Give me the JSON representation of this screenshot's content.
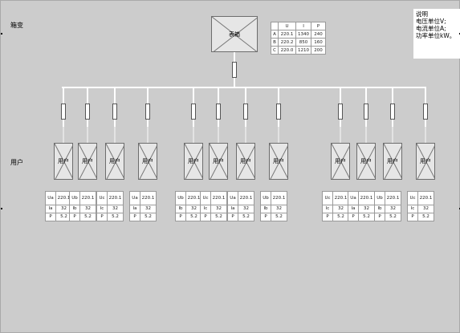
{
  "labels": {
    "box": "箱变",
    "users": "用户"
  },
  "meter_box": {
    "label": "表箱"
  },
  "legend": {
    "title": "说明",
    "lines": [
      "电压单位V;",
      "电流单位A;",
      "功率单位kW。"
    ]
  },
  "main_table": {
    "header": [
      "",
      "U",
      "I",
      "P"
    ],
    "rows": [
      [
        "A",
        "220.1",
        "1340",
        "240"
      ],
      [
        "B",
        "220.2",
        "850",
        "160"
      ],
      [
        "C",
        "220.0",
        "1210",
        "200"
      ]
    ]
  },
  "users": [
    {
      "label": "用户",
      "u_label": "Ua",
      "u": "220.1",
      "i_label": "Ia",
      "i": "32",
      "p_label": "P",
      "p": "5.2"
    },
    {
      "label": "用户",
      "u_label": "Ub",
      "u": "220.1",
      "i_label": "Ib",
      "i": "32",
      "p_label": "P",
      "p": "5.2"
    },
    {
      "label": "用户",
      "u_label": "Uc",
      "u": "220.1",
      "i_label": "Ic",
      "i": "32",
      "p_label": "P",
      "p": "5.2"
    },
    {
      "label": "用户",
      "u_label": "Ua",
      "u": "220.1",
      "i_label": "Ia",
      "i": "32",
      "p_label": "P",
      "p": "5.2"
    },
    {
      "label": "用户",
      "u_label": "Ub",
      "u": "220.1",
      "i_label": "Ib",
      "i": "32",
      "p_label": "P",
      "p": "5.2"
    },
    {
      "label": "用户",
      "u_label": "Uc",
      "u": "220.1",
      "i_label": "Ic",
      "i": "32",
      "p_label": "P",
      "p": "5.2"
    },
    {
      "label": "用户",
      "u_label": "Ua",
      "u": "220.1",
      "i_label": "Ia",
      "i": "32",
      "p_label": "P",
      "p": "5.2"
    },
    {
      "label": "用户",
      "u_label": "Ub",
      "u": "220.1",
      "i_label": "Ib",
      "i": "32",
      "p_label": "P",
      "p": "5.2"
    },
    {
      "label": "用户",
      "u_label": "Uc",
      "u": "220.1",
      "i_label": "Ic",
      "i": "32",
      "p_label": "P",
      "p": "5.2"
    },
    {
      "label": "用户",
      "u_label": "Ua",
      "u": "220.1",
      "i_label": "Ia",
      "i": "32",
      "p_label": "P",
      "p": "5.2"
    },
    {
      "label": "用户",
      "u_label": "Ub",
      "u": "220.1",
      "i_label": "Ib",
      "i": "32",
      "p_label": "P",
      "p": "5.2"
    },
    {
      "label": "用户",
      "u_label": "Uc",
      "u": "220.1",
      "i_label": "Ic",
      "i": "32",
      "p_label": "P",
      "p": "5.2"
    }
  ]
}
